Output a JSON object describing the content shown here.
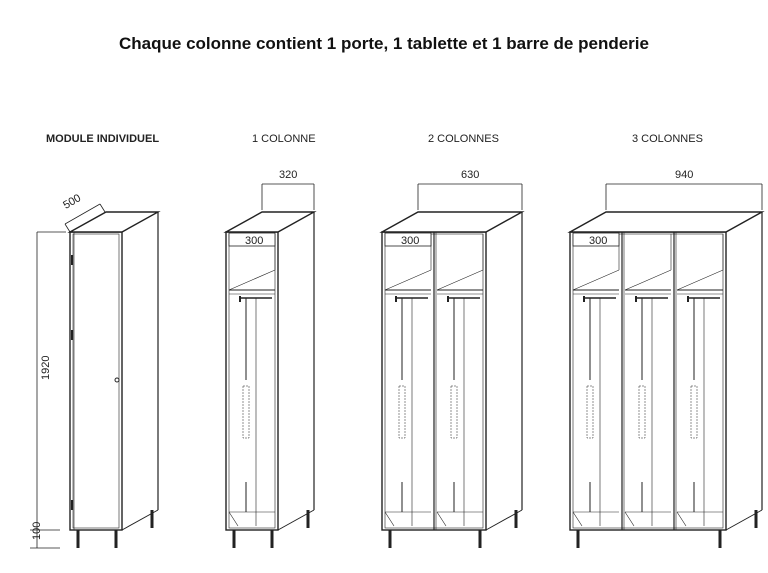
{
  "title": "Chaque colonne contient 1 porte, 1 tablette et 1 barre de penderie",
  "modules": [
    {
      "label": "MODULE INDIVIDUEL",
      "columns": 1,
      "door": true,
      "depth": "500",
      "height": "1920",
      "legs": "100"
    },
    {
      "label": "1 COLONNE",
      "columns": 1,
      "door": false,
      "width": "320",
      "inner": "300"
    },
    {
      "label": "2 COLONNES",
      "columns": 2,
      "door": false,
      "width": "630",
      "inner": "300"
    },
    {
      "label": "3 COLONNES",
      "columns": 3,
      "door": false,
      "width": "940",
      "inner": "300"
    }
  ],
  "colors": {
    "line": "#222222"
  }
}
